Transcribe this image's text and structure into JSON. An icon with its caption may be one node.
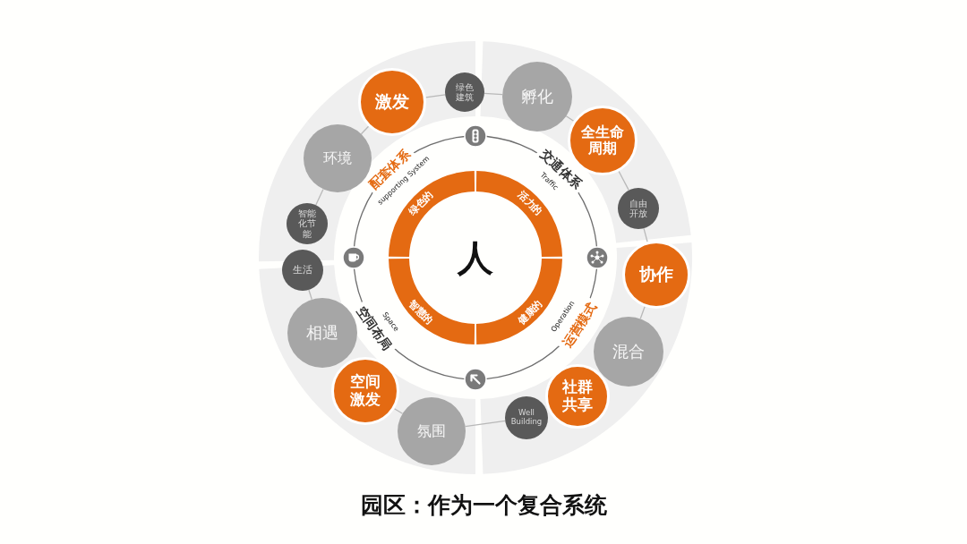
{
  "diagram": {
    "caption": "园区：作为一个复合系统",
    "nodes": [
      {
        "text": [
          "人"
        ]
      },
      {
        "text": [
          "绿色的"
        ]
      },
      {
        "text": [
          "活力的"
        ]
      },
      {
        "text": [
          "健康的"
        ]
      },
      {
        "text": [
          "智慧的"
        ]
      },
      {
        "text": [
          "激发"
        ]
      },
      {
        "text": [
          "绿色建筑"
        ]
      },
      {
        "text": [
          "孵化"
        ]
      },
      {
        "text": [
          "全生命周期"
        ]
      },
      {
        "text": [
          "自由开放"
        ]
      },
      {
        "text": [
          "协作"
        ]
      },
      {
        "text": [
          "混合"
        ]
      },
      {
        "text": [
          "社群共享"
        ]
      },
      {
        "text": [
          "Well Building"
        ]
      },
      {
        "text": [
          "氛围"
        ]
      },
      {
        "text": [
          "空间激发"
        ]
      },
      {
        "text": [
          "相遇"
        ]
      },
      {
        "text": [
          "生活"
        ]
      },
      {
        "text": [
          "智能化节能"
        ]
      },
      {
        "text": [
          "环境"
        ]
      }
    ],
    "edges": [
      {
        "from": 5,
        "to": 6,
        "arrow": "none"
      },
      {
        "from": 6,
        "to": 7,
        "arrow": "none"
      },
      {
        "from": 7,
        "to": 8,
        "arrow": "none"
      },
      {
        "from": 8,
        "to": 9,
        "arrow": "none"
      },
      {
        "from": 9,
        "to": 10,
        "arrow": "none"
      },
      {
        "from": 10,
        "to": 11,
        "arrow": "none"
      },
      {
        "from": 13,
        "to": 14,
        "arrow": "none"
      },
      {
        "from": 14,
        "to": 15,
        "arrow": "none"
      },
      {
        "from": 16,
        "to": 17,
        "arrow": "none"
      },
      {
        "from": 18,
        "to": 19,
        "arrow": "none"
      },
      {
        "from": 19,
        "to": 5,
        "arrow": "none"
      }
    ],
    "labels": [
      "配套体系",
      "supporting System",
      "交通体系",
      "Traffic",
      "空间布局",
      "Space",
      "运营模式",
      "Operation"
    ]
  }
}
